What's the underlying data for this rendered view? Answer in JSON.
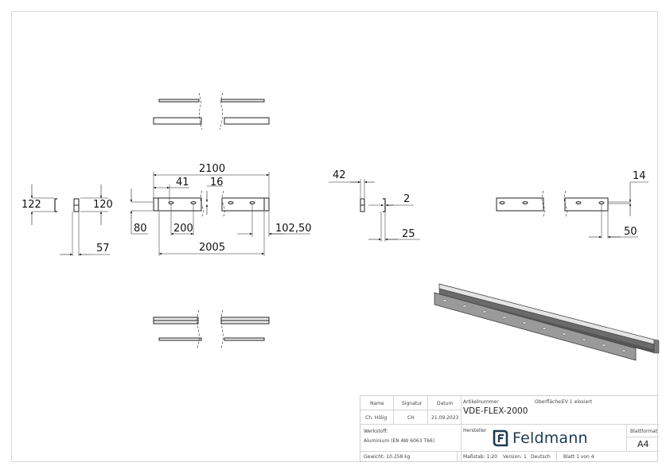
{
  "drawing": {
    "dimensions": {
      "end_view_left": {
        "height_outer": "122",
        "height_inner": "120",
        "width": "57"
      },
      "front_view": {
        "overall_length": "2100",
        "first_hole_offset": "41",
        "slot_height": "16",
        "hole_height": "80",
        "hole_pitch": "200",
        "end_offset": "102,50",
        "hole_span": "2005"
      },
      "end_view_right": {
        "profile_width": "42",
        "wall_thickness": "2",
        "flange": "25"
      },
      "side_view": {
        "hole_height": "14",
        "end_offset": "50"
      }
    }
  },
  "title_block": {
    "headers": {
      "name": "Name",
      "signature": "Signatur",
      "date": "Datum"
    },
    "values": {
      "name": "Ch. Hölig",
      "signature": "CH",
      "date": "21.09.2023"
    },
    "article_number_label": "Artikelnummer",
    "article_number": "VDE-FLEX-2000",
    "surface_label": "Oberfläche:",
    "surface_value": "EV 1 eloxiert",
    "material_label": "Werkstoff:",
    "material_value": "Aluminium (EN AW 6063 T66)",
    "manufacturer_label": "Hersteller",
    "brand": "Feldmann",
    "sheet_format_label": "Blattformat",
    "sheet_format_value": "A4",
    "weight": "Gewicht: 10.258 kg",
    "scale": "Maßstab: 1:20",
    "version": "Version: 1",
    "language": "Deutsch",
    "sheet": "Blatt 1 von 4"
  },
  "colors": {
    "brand": "#1e3a52",
    "line": "#111111",
    "frame": "#d8d8d8"
  }
}
